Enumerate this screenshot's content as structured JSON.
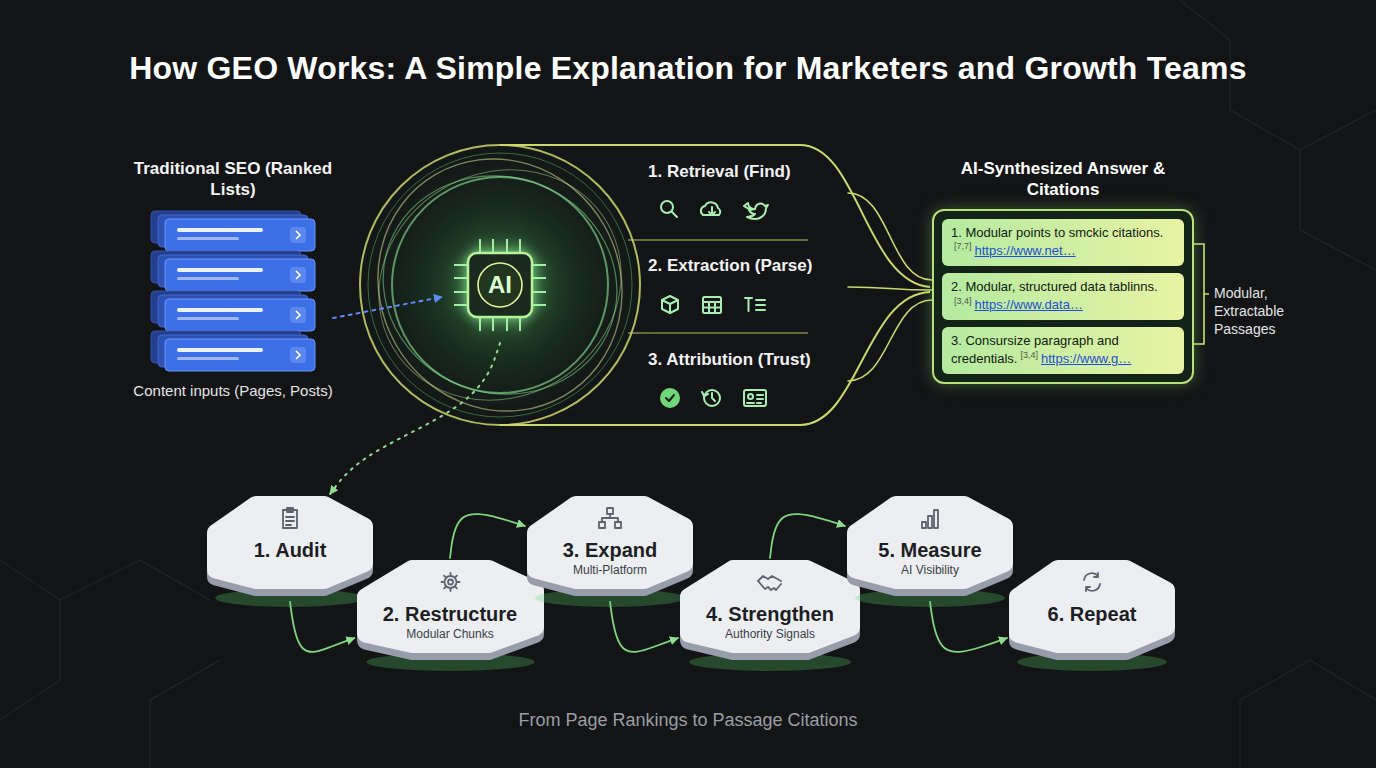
{
  "diagram": {
    "title": "How GEO Works: A Simple Explanation for Marketers and Growth Teams",
    "caption": "From Page Rankings to Passage Citations",
    "nodes": [
      {
        "text": [
          "Traditional SEO (Ranked Lists)",
          "Content inputs (Pages, Posts)"
        ]
      },
      {
        "text": [
          "AI"
        ]
      },
      {
        "text": [
          "1. Retrieval (Find)"
        ]
      },
      {
        "text": [
          "2. Extraction (Parse)"
        ]
      },
      {
        "text": [
          "3. Attribution (Trust)"
        ]
      },
      {
        "text": [
          "AI-Synthesized Answer & Citations"
        ]
      },
      {
        "text": [
          "1. Modular points to smckic citations.",
          "[7,7]",
          "https://www.net…"
        ],
        "in": 5
      },
      {
        "text": [
          "2. Modular, structured data tablinns.",
          "[3,4]",
          "https://www.data…"
        ],
        "in": 5
      },
      {
        "text": [
          "3. Consursize paragraph and credentials.",
          "[3,4]",
          "https://www.g…"
        ],
        "in": 5
      },
      {
        "text": [
          "1. Audit"
        ]
      },
      {
        "text": [
          "2. Restructure",
          "Modular Chunks"
        ]
      },
      {
        "text": [
          "3. Expand",
          "Multi-Platform"
        ]
      },
      {
        "text": [
          "4. Strengthen",
          "Authority Signals"
        ]
      },
      {
        "text": [
          "5. Measure",
          "AI Visibility"
        ]
      },
      {
        "text": [
          "6. Repeat"
        ]
      }
    ],
    "edges": [
      {
        "from": 0,
        "to": 1,
        "arrow": "to"
      },
      {
        "from": 1,
        "to": 9,
        "arrow": "to"
      },
      {
        "from": 2,
        "to": 5,
        "arrow": "none"
      },
      {
        "from": 3,
        "to": 5,
        "arrow": "none"
      },
      {
        "from": 4,
        "to": 5,
        "arrow": "none"
      },
      {
        "from": 9,
        "to": 10,
        "arrow": "to"
      },
      {
        "from": 10,
        "to": 11,
        "arrow": "to"
      },
      {
        "from": 11,
        "to": 12,
        "arrow": "to"
      },
      {
        "from": 12,
        "to": 13,
        "arrow": "to"
      },
      {
        "from": 13,
        "to": 14,
        "arrow": "to"
      }
    ],
    "labels": [
      "Modular, Extractable Passages"
    ]
  }
}
